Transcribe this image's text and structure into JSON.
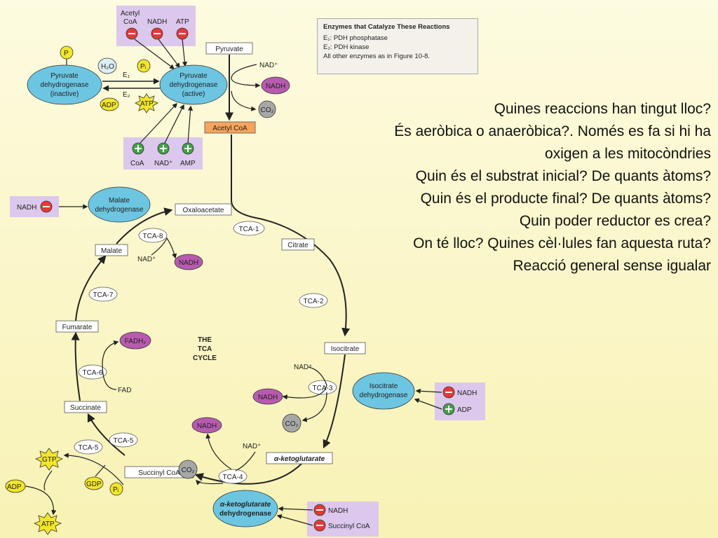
{
  "enzymes_box": {
    "title": "Enzymes that Catalyze These Reactions",
    "lines": [
      "E₁: PDH phosphatase",
      "E₂: PDH kinase",
      "All other enzymes as in Figure 10-8."
    ]
  },
  "questions": [
    "Quines reaccions han tingut lloc?",
    "És aeròbica o anaeròbica?. Només es fa si hi ha oxigen a les mitocòndries",
    "Quin és el substrat inicial? De quants àtoms?",
    "Quin és el producte final? De quants àtoms?",
    "Quin poder reductor es crea?",
    "On té lloc? Quines cèl·lules fan aquesta ruta?",
    "Reacció general sense igualar"
  ],
  "top_inhibitors": {
    "acetyl": "Acetyl",
    "coa": "CoA",
    "nadh": "NADH",
    "atp": "ATP"
  },
  "top_activators": {
    "coa": "CoA",
    "nad": "NAD⁺",
    "amp": "AMP"
  },
  "pdh": {
    "inactive": [
      "Pyruvate",
      "dehydrogenase",
      "(inactive)"
    ],
    "active": [
      "Pyruvate",
      "dehydrogenase",
      "(active)"
    ],
    "p": "P",
    "h2o": "H₂O",
    "pi": "Pᵢ",
    "adp": "ADP",
    "atp": "ATP",
    "e1": "E₁",
    "e2": "E₂"
  },
  "pyruvate": "Pyruvate",
  "acetyl_coa": "Acetyl CoA",
  "pdh_products": {
    "nad": "NAD⁺",
    "nadh": "NADH",
    "co2": "CO₂"
  },
  "malate_dh": {
    "lines": [
      "Malate",
      "dehydrogenase"
    ],
    "inhibitor": "NADH"
  },
  "cycle": {
    "center": [
      "THE",
      "TCA",
      "CYCLE"
    ],
    "oxaloacetate": "Oxaloacetate",
    "citrate": "Citrate",
    "isocitrate": "Isocitrate",
    "akg": "α-ketoglutarate",
    "succinyl_coa": "Succinyl CoA",
    "succinate": "Succinate",
    "fumarate": "Fumarate",
    "malate": "Malate",
    "tca1": "TCA-1",
    "tca2": "TCA-2",
    "tca3": "TCA-3",
    "tca4": "TCA-4",
    "tca5a": "TCA-5",
    "tca5b": "TCA-5",
    "tca6": "TCA-6",
    "tca7": "TCA-7",
    "tca8": "TCA-8",
    "nad_8": "NAD⁺",
    "nadh_8": "NADH",
    "fadh2": "FADH₂",
    "fad": "FAD",
    "nad_3": "NAD⁺",
    "nadh_3": "NADH",
    "co2_3": "CO₂",
    "nad_4": "NAD⁺",
    "nadh_4": "NADH",
    "co2_4": "CO₂",
    "gtp": "GTP",
    "gdp": "GDP",
    "pi": "Pᵢ",
    "adp": "ADP",
    "atp": "ATP"
  },
  "idh": {
    "lines": [
      "Isocitrate",
      "dehydrogenase"
    ],
    "nadh": "NADH",
    "adp": "ADP"
  },
  "akgdh": {
    "lines": [
      "α-ketoglutarate",
      "dehydrogenase"
    ],
    "nadh": "NADH",
    "succinyl": "Succinyl CoA"
  },
  "colors": {
    "background": "#f8f2b4",
    "regulator_panel": "#dcc8ec",
    "enzyme": "#6cc6e2",
    "nadh": "#b85bb0",
    "inhibitor": "#e53935",
    "activator": "#43a047",
    "energy": "#f2e62a"
  }
}
